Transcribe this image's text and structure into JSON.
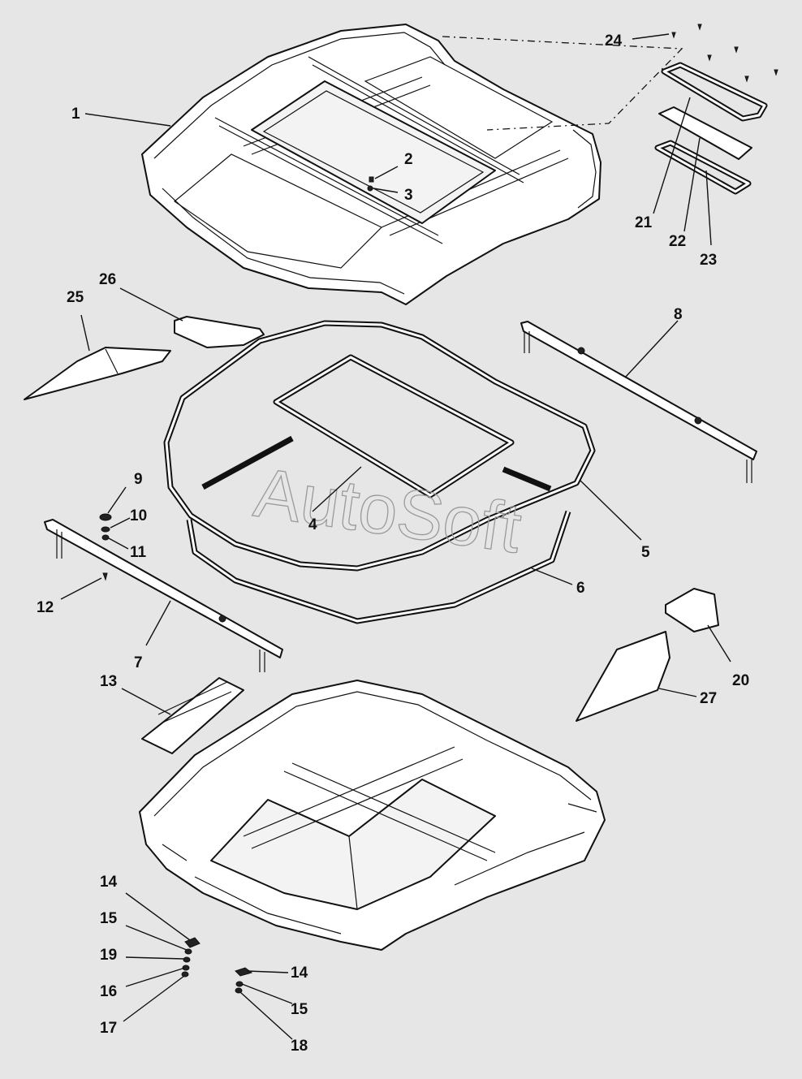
{
  "watermark": "AutoSoft",
  "callouts": [
    "1",
    "2",
    "3",
    "4",
    "5",
    "6",
    "7",
    "8",
    "9",
    "10",
    "11",
    "12",
    "13",
    "14",
    "15",
    "16",
    "17",
    "18",
    "19",
    "20",
    "21",
    "22",
    "23",
    "24",
    "25",
    "26",
    "27",
    "14",
    "15"
  ],
  "colors": {
    "background": "#e6e6e6",
    "line": "#111111",
    "watermark": "#9a9a9a"
  }
}
